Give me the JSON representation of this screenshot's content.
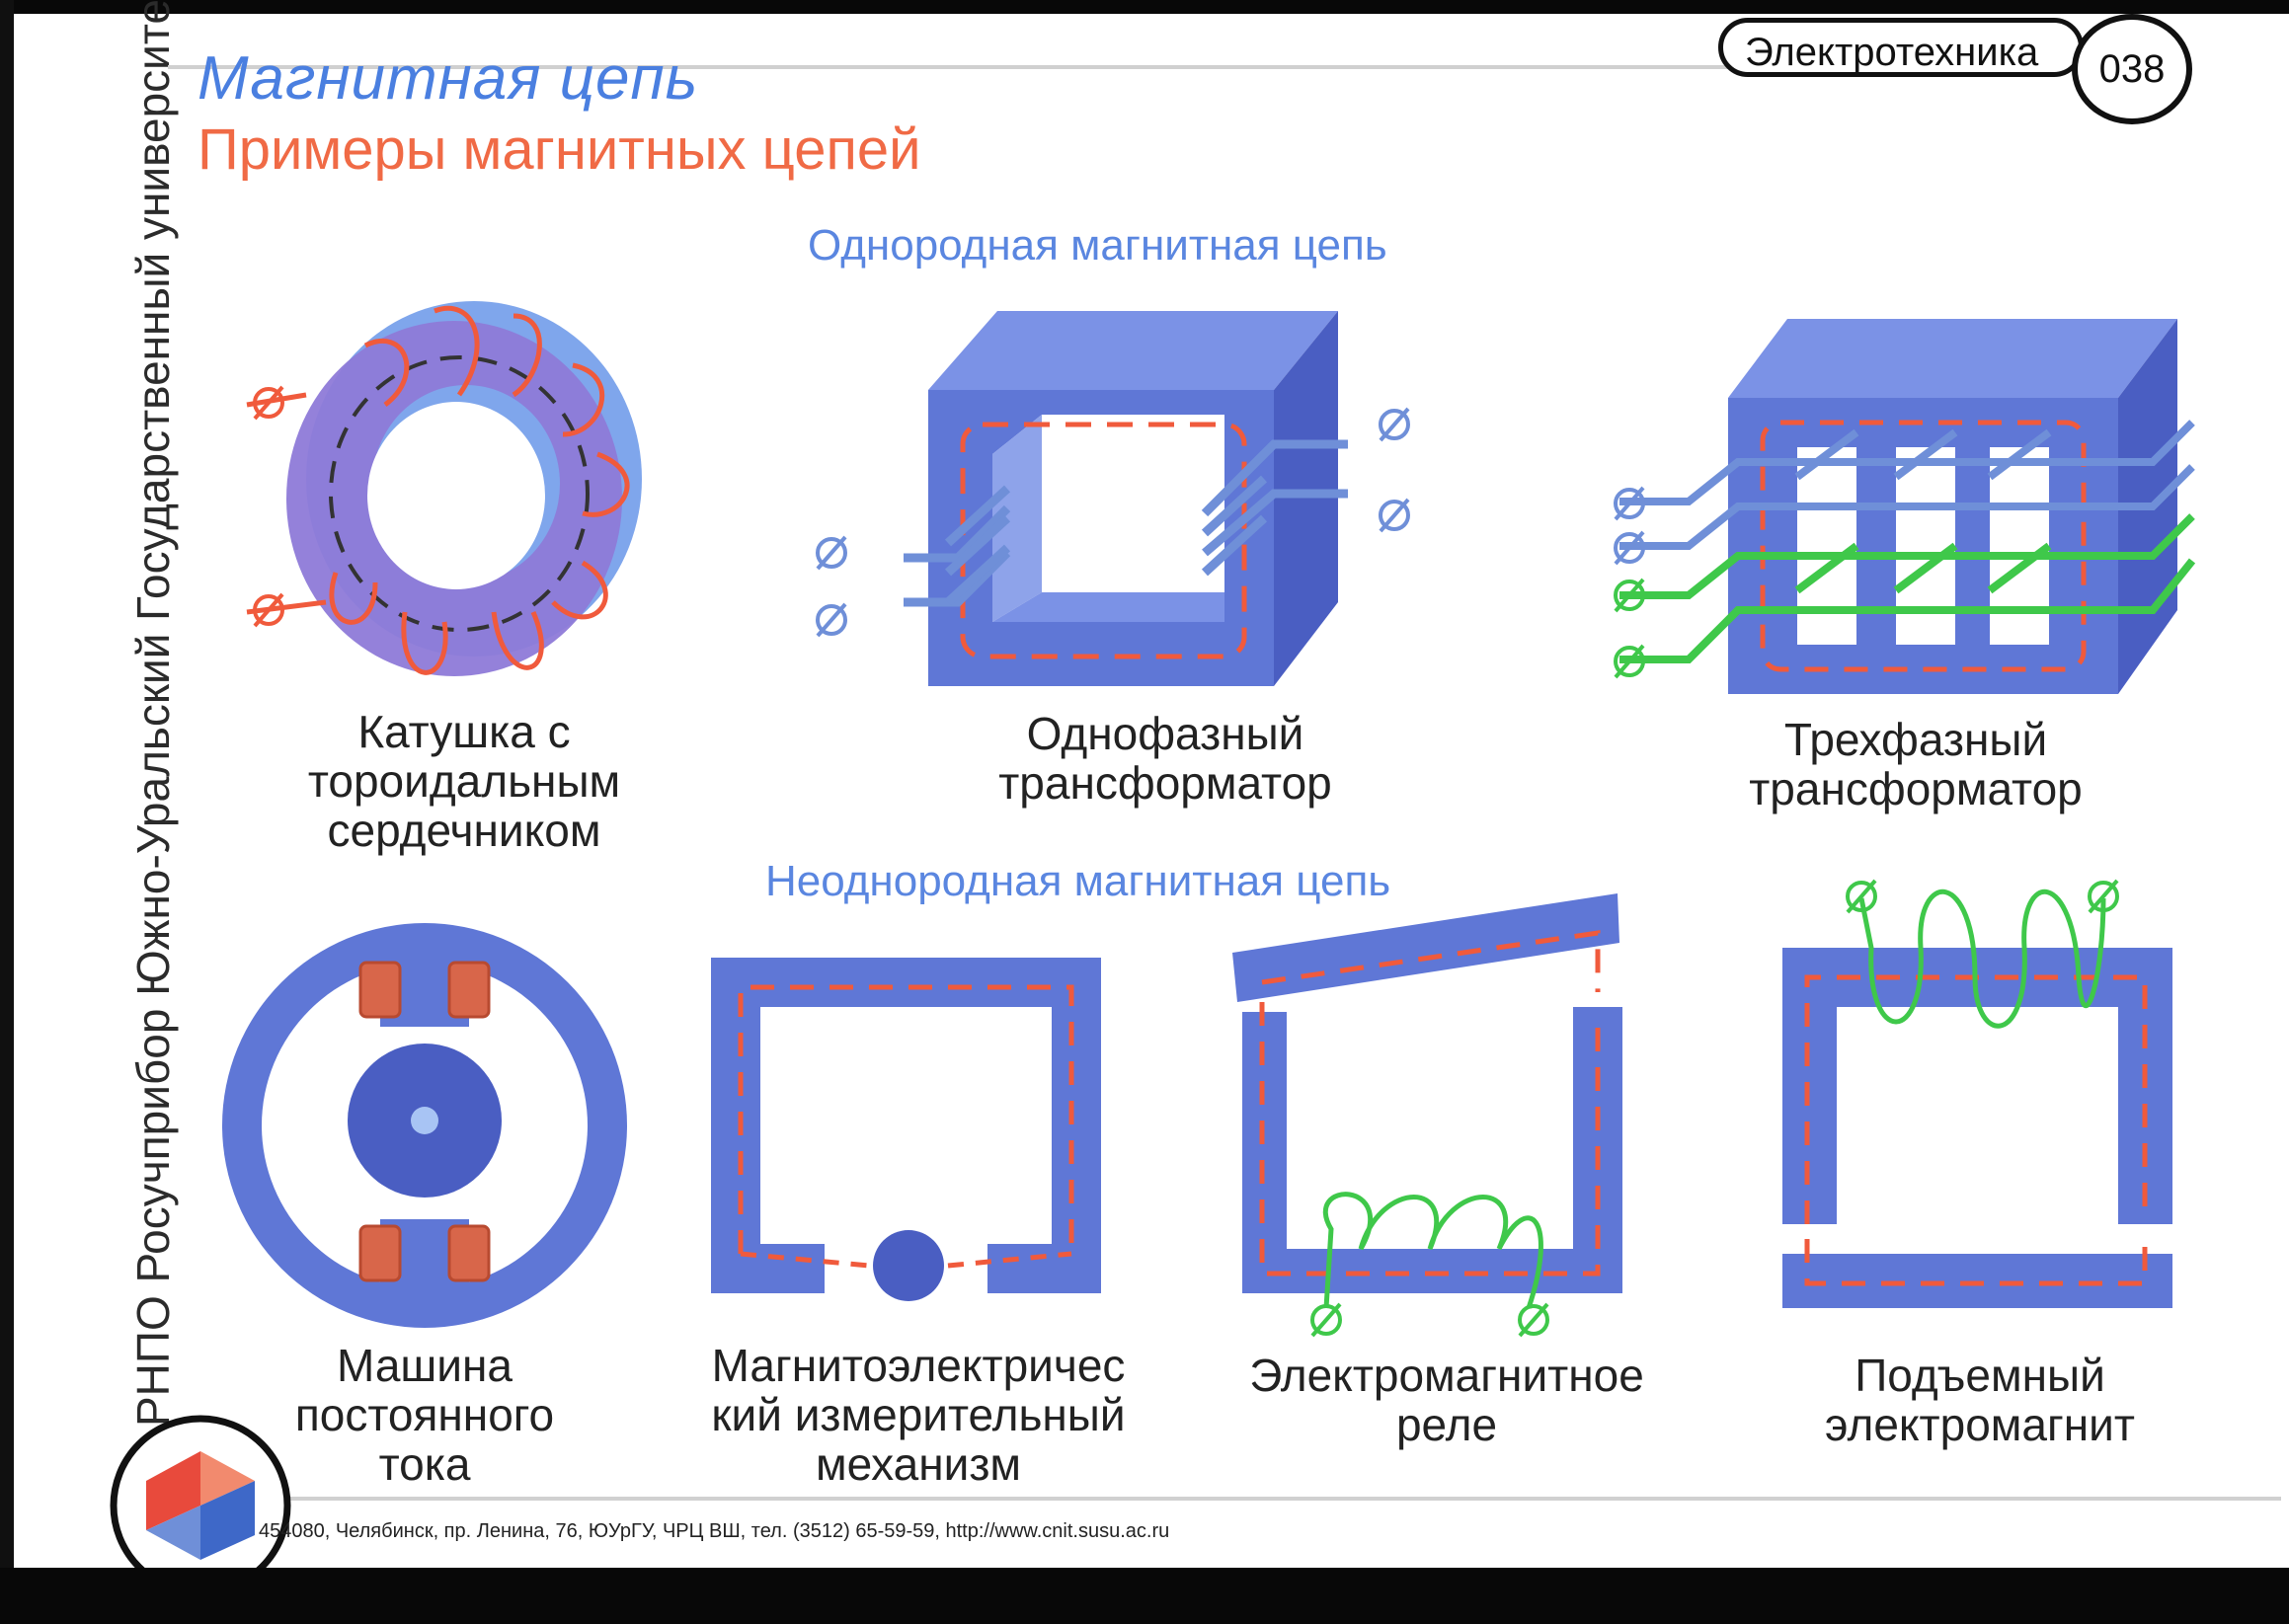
{
  "header": {
    "title": "Магнитная цепь",
    "subtitle": "Примеры магнитных цепей",
    "subject": "Электротехника",
    "page": "038"
  },
  "sidebar": {
    "vertical_text": "РНПО Росучприбор Южно-Уральский Государственный университет"
  },
  "sections": {
    "homogeneous": "Однородная магнитная цепь",
    "heterogeneous": "Неоднородная магнитная цепь"
  },
  "figures": [
    {
      "id": "toroid",
      "caption_lines": [
        "Катушка с",
        "тороидальным",
        "сердечником"
      ]
    },
    {
      "id": "single-phase",
      "caption_lines": [
        "Однофазный",
        "трансформатор"
      ]
    },
    {
      "id": "three-phase",
      "caption_lines": [
        "Трехфазный",
        "трансформатор"
      ]
    },
    {
      "id": "dc-machine",
      "caption_lines": [
        "Машина",
        "постоянного",
        "тока"
      ]
    },
    {
      "id": "magnetoelectric",
      "caption_lines": [
        "Магнитоэлектричес",
        "кий измерительный",
        "механизм"
      ]
    },
    {
      "id": "relay",
      "caption_lines": [
        "Электромагнитное",
        "реле"
      ]
    },
    {
      "id": "lifting",
      "caption_lines": [
        "Подъемный",
        "электромагнит"
      ]
    }
  ],
  "footer": {
    "address": "454080, Челябинск, пр. Ленина, 76, ЮУрГУ, ЧРЦ ВШ, тел. (3512) 65-59-59, http://www.cnit.susu.ac.ru"
  },
  "colors": {
    "core": "#5f77d6",
    "core_dark": "#4a5ec2",
    "flux": "#f05a3c",
    "coil_blue": "#6f8fd8",
    "coil_green": "#3fc84a",
    "title_blue": "#4a7fe0",
    "title_orange": "#f06a45"
  },
  "icons": [
    "terminal-icon",
    "logo-icon"
  ]
}
